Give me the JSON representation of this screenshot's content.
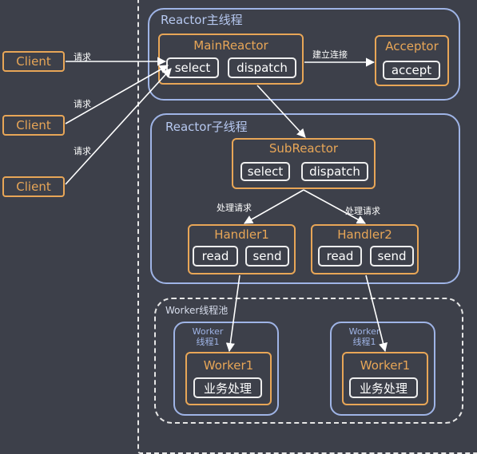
{
  "clients": [
    "Client",
    "Client",
    "Client"
  ],
  "request_label": "请求",
  "main_thread": {
    "title": "Reactor主线程",
    "main_reactor": {
      "title": "MainReactor",
      "select": "select",
      "dispatch": "dispatch"
    },
    "connect_label": "建立连接",
    "acceptor": {
      "title": "Acceptor",
      "accept": "accept"
    }
  },
  "sub_thread": {
    "title": "Reactor子线程",
    "sub_reactor": {
      "title": "SubReactor",
      "select": "select",
      "dispatch": "dispatch"
    },
    "handle_label": "处理请求",
    "handler1": {
      "title": "Handler1",
      "read": "read",
      "send": "send"
    },
    "handler2": {
      "title": "Handler2",
      "read": "read",
      "send": "send"
    }
  },
  "worker_pool": {
    "title": "Worker线程池",
    "thread1": {
      "title_line1": "Worker",
      "title_line2": "线程1",
      "worker": "Worker1",
      "task": "业务处理"
    },
    "thread2": {
      "title_line1": "Worker",
      "title_line2": "线程1",
      "worker": "Worker1",
      "task": "业务处理"
    }
  },
  "colors": {
    "background": "#3d404a",
    "orange": "#e8a657",
    "blue": "#9fb4e6",
    "white": "#efefef"
  }
}
